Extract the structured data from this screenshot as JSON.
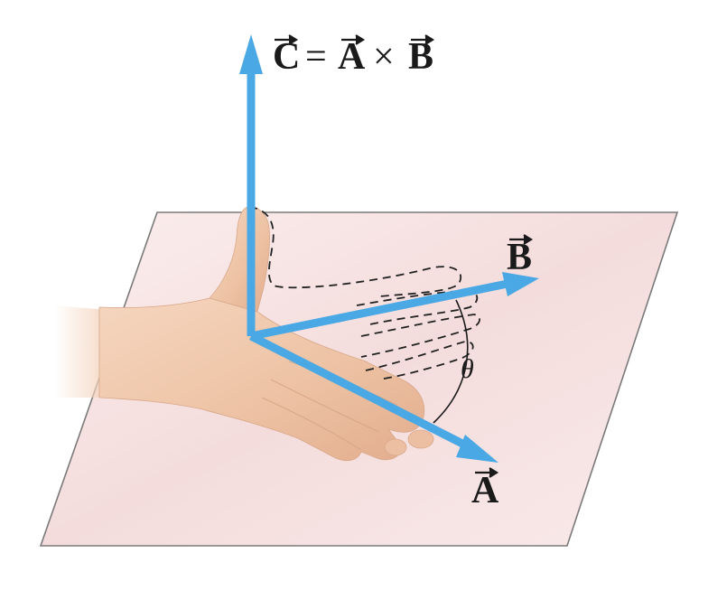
{
  "labels": {
    "c": "C",
    "equals": "=",
    "a_in_eq": "A",
    "times": "×",
    "b_in_eq": "B",
    "b": "B",
    "a": "A",
    "theta": "θ"
  },
  "colors": {
    "vector_blue": "#4aa8e4",
    "plane_fill": "#f6e4e4",
    "plane_edge": "#7a7a7a",
    "skin": "#f0c9ad",
    "text": "#1a1a1a"
  }
}
